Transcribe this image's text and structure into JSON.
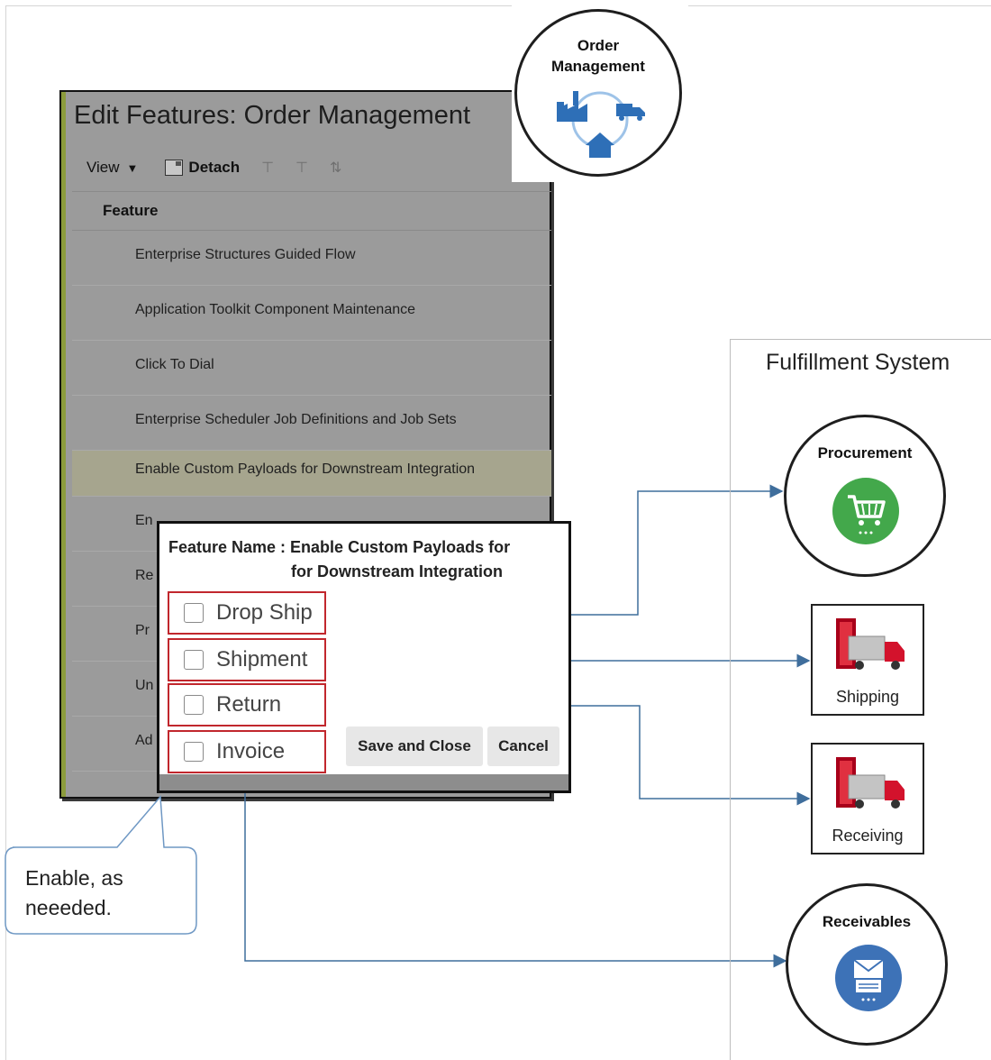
{
  "edit_window": {
    "title": "Edit Features: Order Management",
    "toolbar": {
      "view_label": "View",
      "detach_label": "Detach"
    },
    "column_header": "Feature",
    "rows": [
      "Enterprise Structures Guided Flow",
      "Application Toolkit Component Maintenance",
      "Click To Dial",
      "Enterprise Scheduler Job Definitions and Job Sets",
      "Enable Custom Payloads for Downstream Integration",
      "En",
      "Re",
      "Pr",
      "Un",
      "Ad"
    ],
    "selected_row_index": 4
  },
  "om_badge": {
    "line1": "Order",
    "line2": "Management"
  },
  "dialog": {
    "title_line1": "Feature Name : Enable Custom Payloads for",
    "title_line2": "for Downstream Integration",
    "options": [
      "Drop Ship",
      "Shipment",
      "Return",
      "Invoice"
    ],
    "save_button": "Save and Close",
    "cancel_button": "Cancel"
  },
  "callout": {
    "line1": "Enable, as",
    "line2": "neeeded."
  },
  "fulfillment": {
    "title": "Fulfillment System",
    "procurement": "Procurement",
    "shipping": "Shipping",
    "receiving": "Receiving",
    "receivables": "Receivables"
  },
  "colors": {
    "accent_blue": "#2e6fb7",
    "connector": "#3f6e9c",
    "option_border": "#c1272d",
    "procurement_green": "#43a84b",
    "receivables_blue": "#3d72b7",
    "truck_red": "#d3122c"
  },
  "icons": [
    "chevron-down-icon",
    "detach-icon",
    "factory-icon",
    "truck-icon",
    "house-icon",
    "shopping-cart-icon",
    "envelope-icon"
  ]
}
